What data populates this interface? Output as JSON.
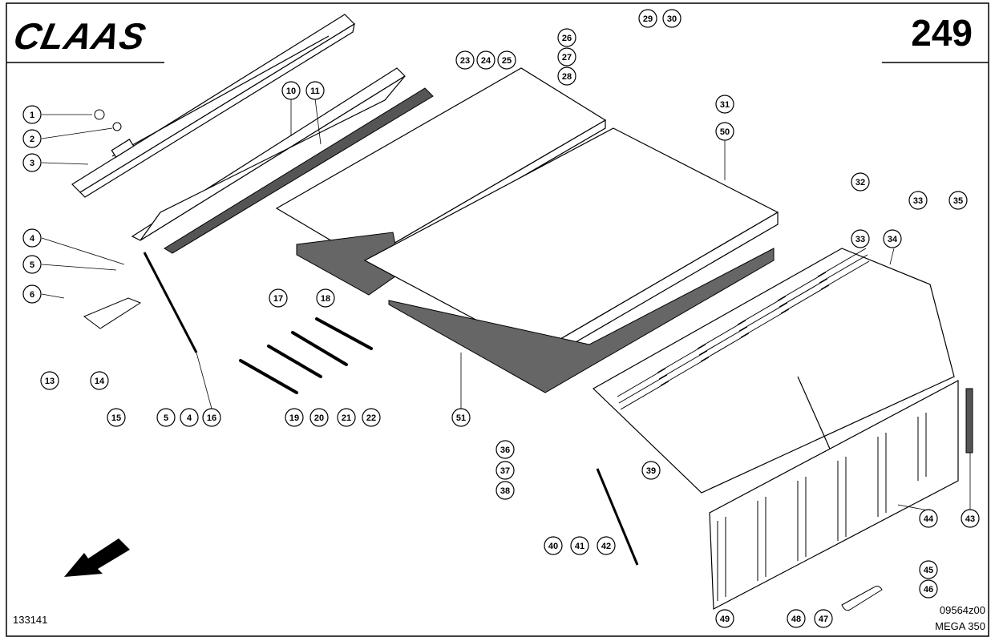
{
  "header": {
    "logo_text": "CLAAS",
    "page_number": "249"
  },
  "footer": {
    "doc_number": "133141",
    "drawing_code": "09564z00",
    "model": "MEGA 350"
  },
  "callouts": [
    "1",
    "2",
    "3",
    "4",
    "5",
    "6",
    "10",
    "11",
    "13",
    "14",
    "15",
    "5",
    "4",
    "16",
    "17",
    "18",
    "19",
    "20",
    "21",
    "22",
    "23",
    "24",
    "25",
    "26",
    "27",
    "28",
    "29",
    "30",
    "31",
    "32",
    "33",
    "33",
    "34",
    "35",
    "36",
    "37",
    "38",
    "39",
    "40",
    "41",
    "42",
    "43",
    "44",
    "45",
    "46",
    "47",
    "48",
    "49",
    "50",
    "51"
  ],
  "icons": {
    "direction": "arrow-down-left-icon"
  }
}
